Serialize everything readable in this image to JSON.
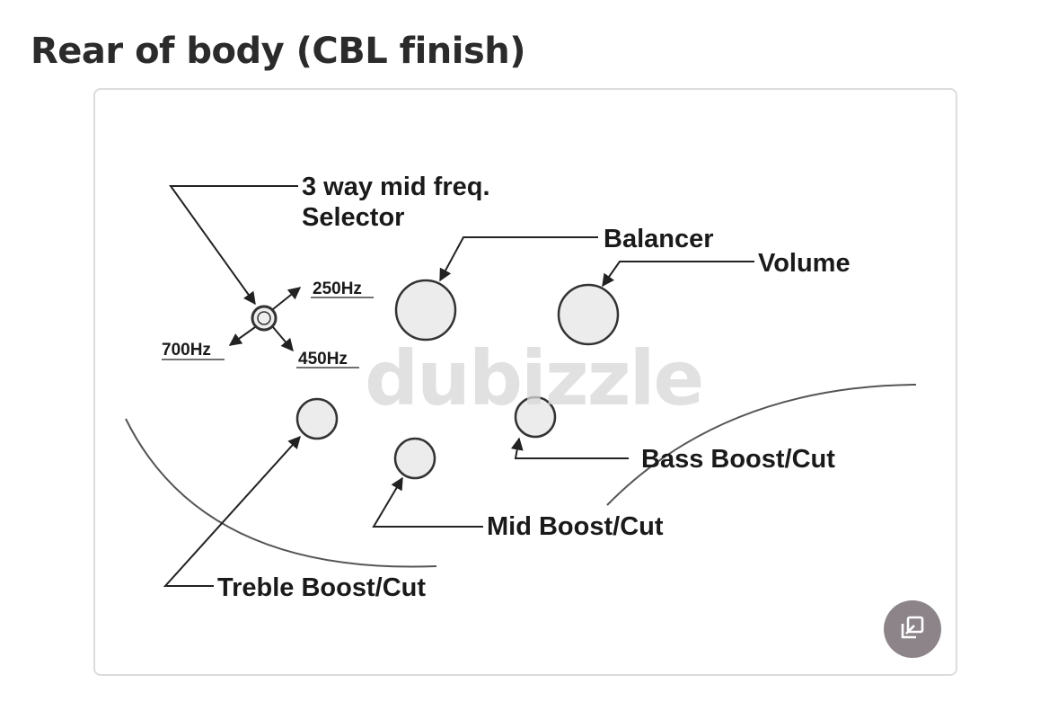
{
  "page": {
    "title": "Rear of body (CBL finish)"
  },
  "diagram": {
    "labels": {
      "selector_line1": "3 way mid freq.",
      "selector_line2": "Selector",
      "balancer": "Balancer",
      "volume": "Volume",
      "freq_250": "250Hz",
      "freq_700": "700Hz",
      "freq_450": "450Hz",
      "bass": "Bass Boost/Cut",
      "mid": "Mid Boost/Cut",
      "treble": "Treble Boost/Cut"
    },
    "watermark": "dubizzle"
  },
  "controls": {
    "expand_icon": "expand-icon"
  }
}
